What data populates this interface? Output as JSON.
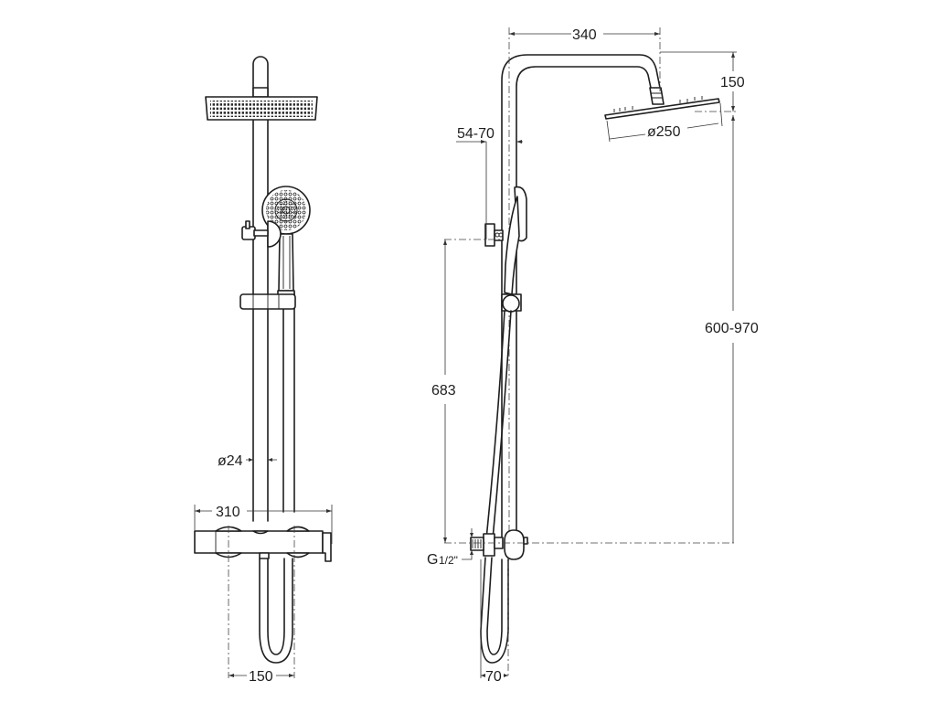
{
  "drawing": {
    "title": "Thermostatic shower column technical drawing",
    "front_view": {
      "dimensions": {
        "bar_diameter": "ø24",
        "mixer_width": "310",
        "inlet_centers": "150"
      }
    },
    "side_view": {
      "dimensions": {
        "arm_projection": "340",
        "head_drop": "150",
        "head_diameter": "ø250",
        "wall_distance": "54-70",
        "height_range": "600-970",
        "bracket_height": "683",
        "inlet_thread_main": "G",
        "inlet_thread_frac": "1/2\"",
        "inlet_projection": "70"
      }
    }
  }
}
